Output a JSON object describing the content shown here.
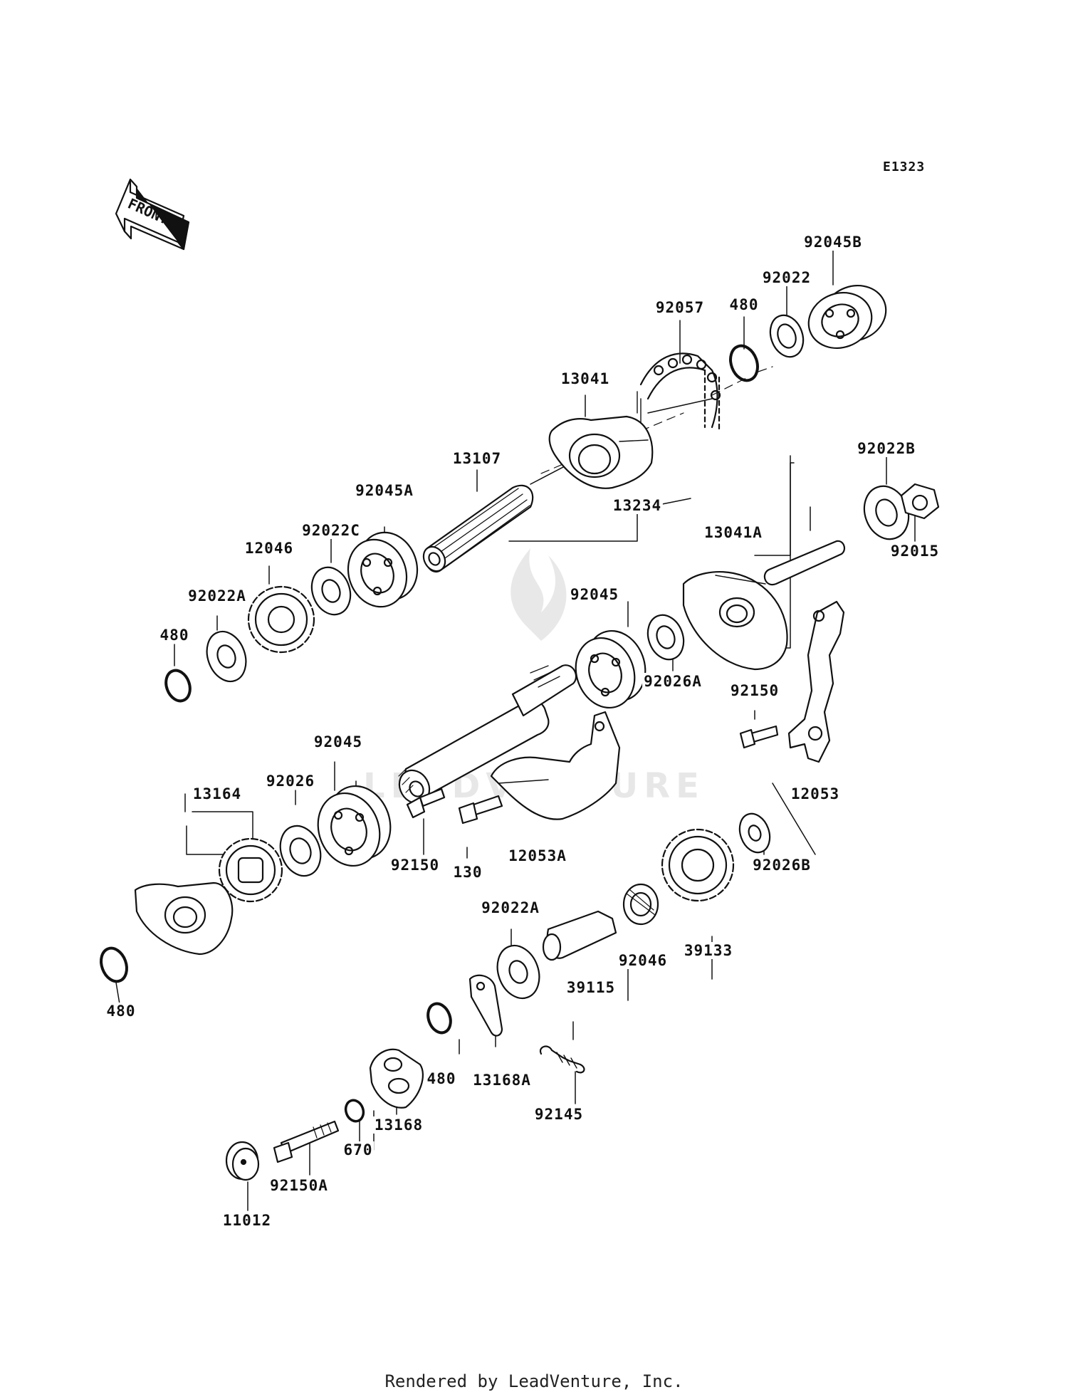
{
  "diagram": {
    "ref_code": "E1323",
    "front_label": "FRONT",
    "footer": "Rendered by LeadVenture, Inc.",
    "watermark": "LEADVENTURE",
    "labels": [
      {
        "id": "92045B",
        "text": "92045B"
      },
      {
        "id": "92022",
        "text": "92022"
      },
      {
        "id": "92057",
        "text": "92057"
      },
      {
        "id": "480-top",
        "text": "480"
      },
      {
        "id": "13041",
        "text": "13041"
      },
      {
        "id": "13107",
        "text": "13107"
      },
      {
        "id": "92022B",
        "text": "92022B"
      },
      {
        "id": "92045A",
        "text": "92045A"
      },
      {
        "id": "13234",
        "text": "13234"
      },
      {
        "id": "92015",
        "text": "92015"
      },
      {
        "id": "92022C",
        "text": "92022C"
      },
      {
        "id": "13041A",
        "text": "13041A"
      },
      {
        "id": "12046",
        "text": "12046"
      },
      {
        "id": "92022A-top",
        "text": "92022A"
      },
      {
        "id": "92045-upper",
        "text": "92045"
      },
      {
        "id": "480-left",
        "text": "480"
      },
      {
        "id": "92026A",
        "text": "92026A"
      },
      {
        "id": "92150-right",
        "text": "92150"
      },
      {
        "id": "92045-lower",
        "text": "92045"
      },
      {
        "id": "12053",
        "text": "12053"
      },
      {
        "id": "13164",
        "text": "13164"
      },
      {
        "id": "92026",
        "text": "92026"
      },
      {
        "id": "92150-mid",
        "text": "92150"
      },
      {
        "id": "130",
        "text": "130"
      },
      {
        "id": "12053A",
        "text": "12053A"
      },
      {
        "id": "92026B",
        "text": "92026B"
      },
      {
        "id": "92022A-mid",
        "text": "92022A"
      },
      {
        "id": "92046",
        "text": "92046"
      },
      {
        "id": "39133",
        "text": "39133"
      },
      {
        "id": "39115",
        "text": "39115"
      },
      {
        "id": "480-bottom-left",
        "text": "480"
      },
      {
        "id": "480-bottom",
        "text": "480"
      },
      {
        "id": "13168A",
        "text": "13168A"
      },
      {
        "id": "13168",
        "text": "13168"
      },
      {
        "id": "92145",
        "text": "92145"
      },
      {
        "id": "670",
        "text": "670"
      },
      {
        "id": "92150A",
        "text": "92150A"
      },
      {
        "id": "11012",
        "text": "11012"
      }
    ]
  }
}
